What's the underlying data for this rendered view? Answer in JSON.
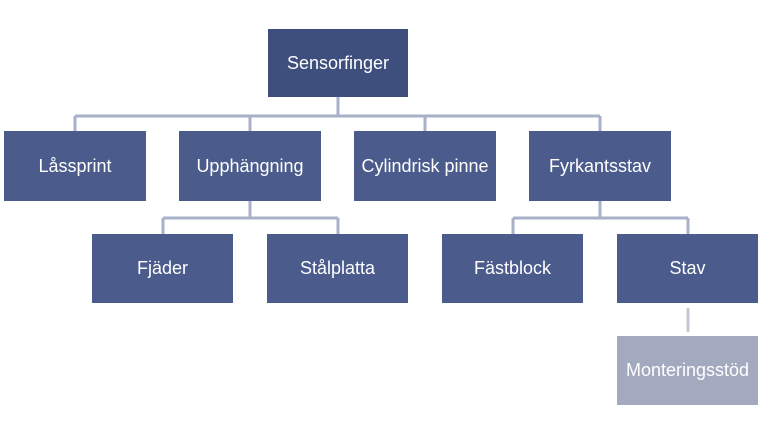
{
  "diagram": {
    "colors": {
      "node": "#4a5b8c",
      "root": "#3e4f7e",
      "muted_node": "#a3a9bf",
      "connector": "#a9b1c9",
      "muted_connector": "#c4c8d6"
    },
    "nodes": {
      "root": "Sensorfinger",
      "lassprint": "Låssprint",
      "upphangning": "Upphängning",
      "cylindrisk_pinne": "Cylindrisk pinne",
      "fyrkantsstav": "Fyrkantsstav",
      "fjader": "Fjäder",
      "stalplatta": "Stålplatta",
      "fastblock": "Fästblock",
      "stav": "Stav",
      "monteringsstod": "Monteringsstöd"
    }
  }
}
